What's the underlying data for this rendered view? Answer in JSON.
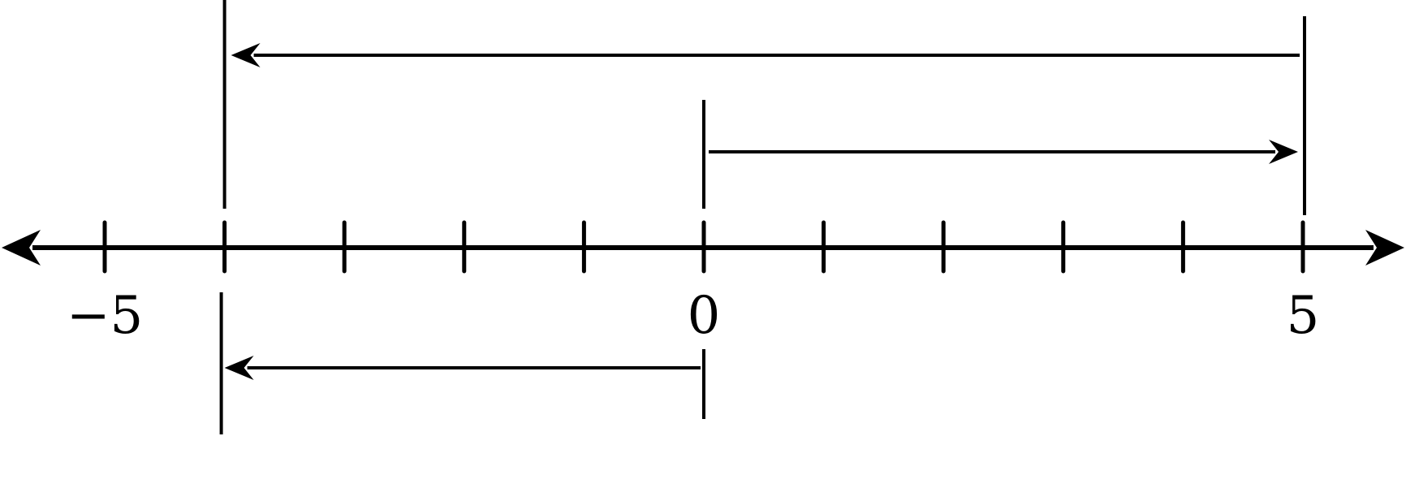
{
  "number_line": {
    "min": -6,
    "max": 6,
    "ticks": [
      -5,
      -4,
      -3,
      -2,
      -1,
      0,
      1,
      2,
      3,
      4,
      5
    ],
    "labels": [
      {
        "value": -5,
        "text": "−5"
      },
      {
        "value": 0,
        "text": "0"
      },
      {
        "value": 5,
        "text": "5"
      }
    ]
  },
  "moves": [
    {
      "id": "move-zero-to-five",
      "from": 0,
      "to": 5,
      "side": "above"
    },
    {
      "id": "move-five-to-minus-four",
      "from": 5,
      "to": -4,
      "side": "above"
    },
    {
      "id": "move-zero-to-minus-four",
      "from": 0,
      "to": -4,
      "side": "below"
    }
  ],
  "colors": {
    "ink": "#000000",
    "background": "#ffffff"
  }
}
